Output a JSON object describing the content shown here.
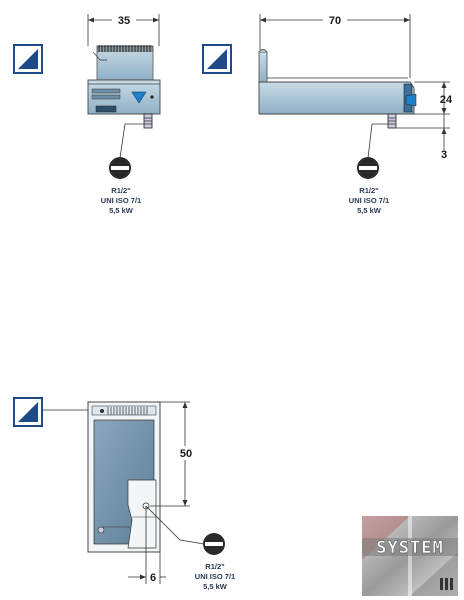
{
  "front_view": {
    "width_dim": "35",
    "connection": {
      "thread": "R1/2\"",
      "standard": "UNI ISO 7/1",
      "power": "5,5 kW"
    }
  },
  "side_view": {
    "depth_dim": "70",
    "height_dim": "24",
    "feet_dim": "3",
    "connection": {
      "thread": "R1/2\"",
      "standard": "UNI ISO 7/1",
      "power": "5,5 kW"
    }
  },
  "top_view": {
    "depth_dim": "50",
    "offset_dim": "6",
    "connection": {
      "thread": "R1/2\"",
      "standard": "UNI ISO 7/1",
      "power": "5,5 kW"
    }
  },
  "logo": {
    "text": "SYSTEM"
  },
  "colors": {
    "steel_blue": "#a9c1d2",
    "dark_blue": "#1f4a8a",
    "line": "#333333",
    "connector_red": "#ffffff"
  }
}
